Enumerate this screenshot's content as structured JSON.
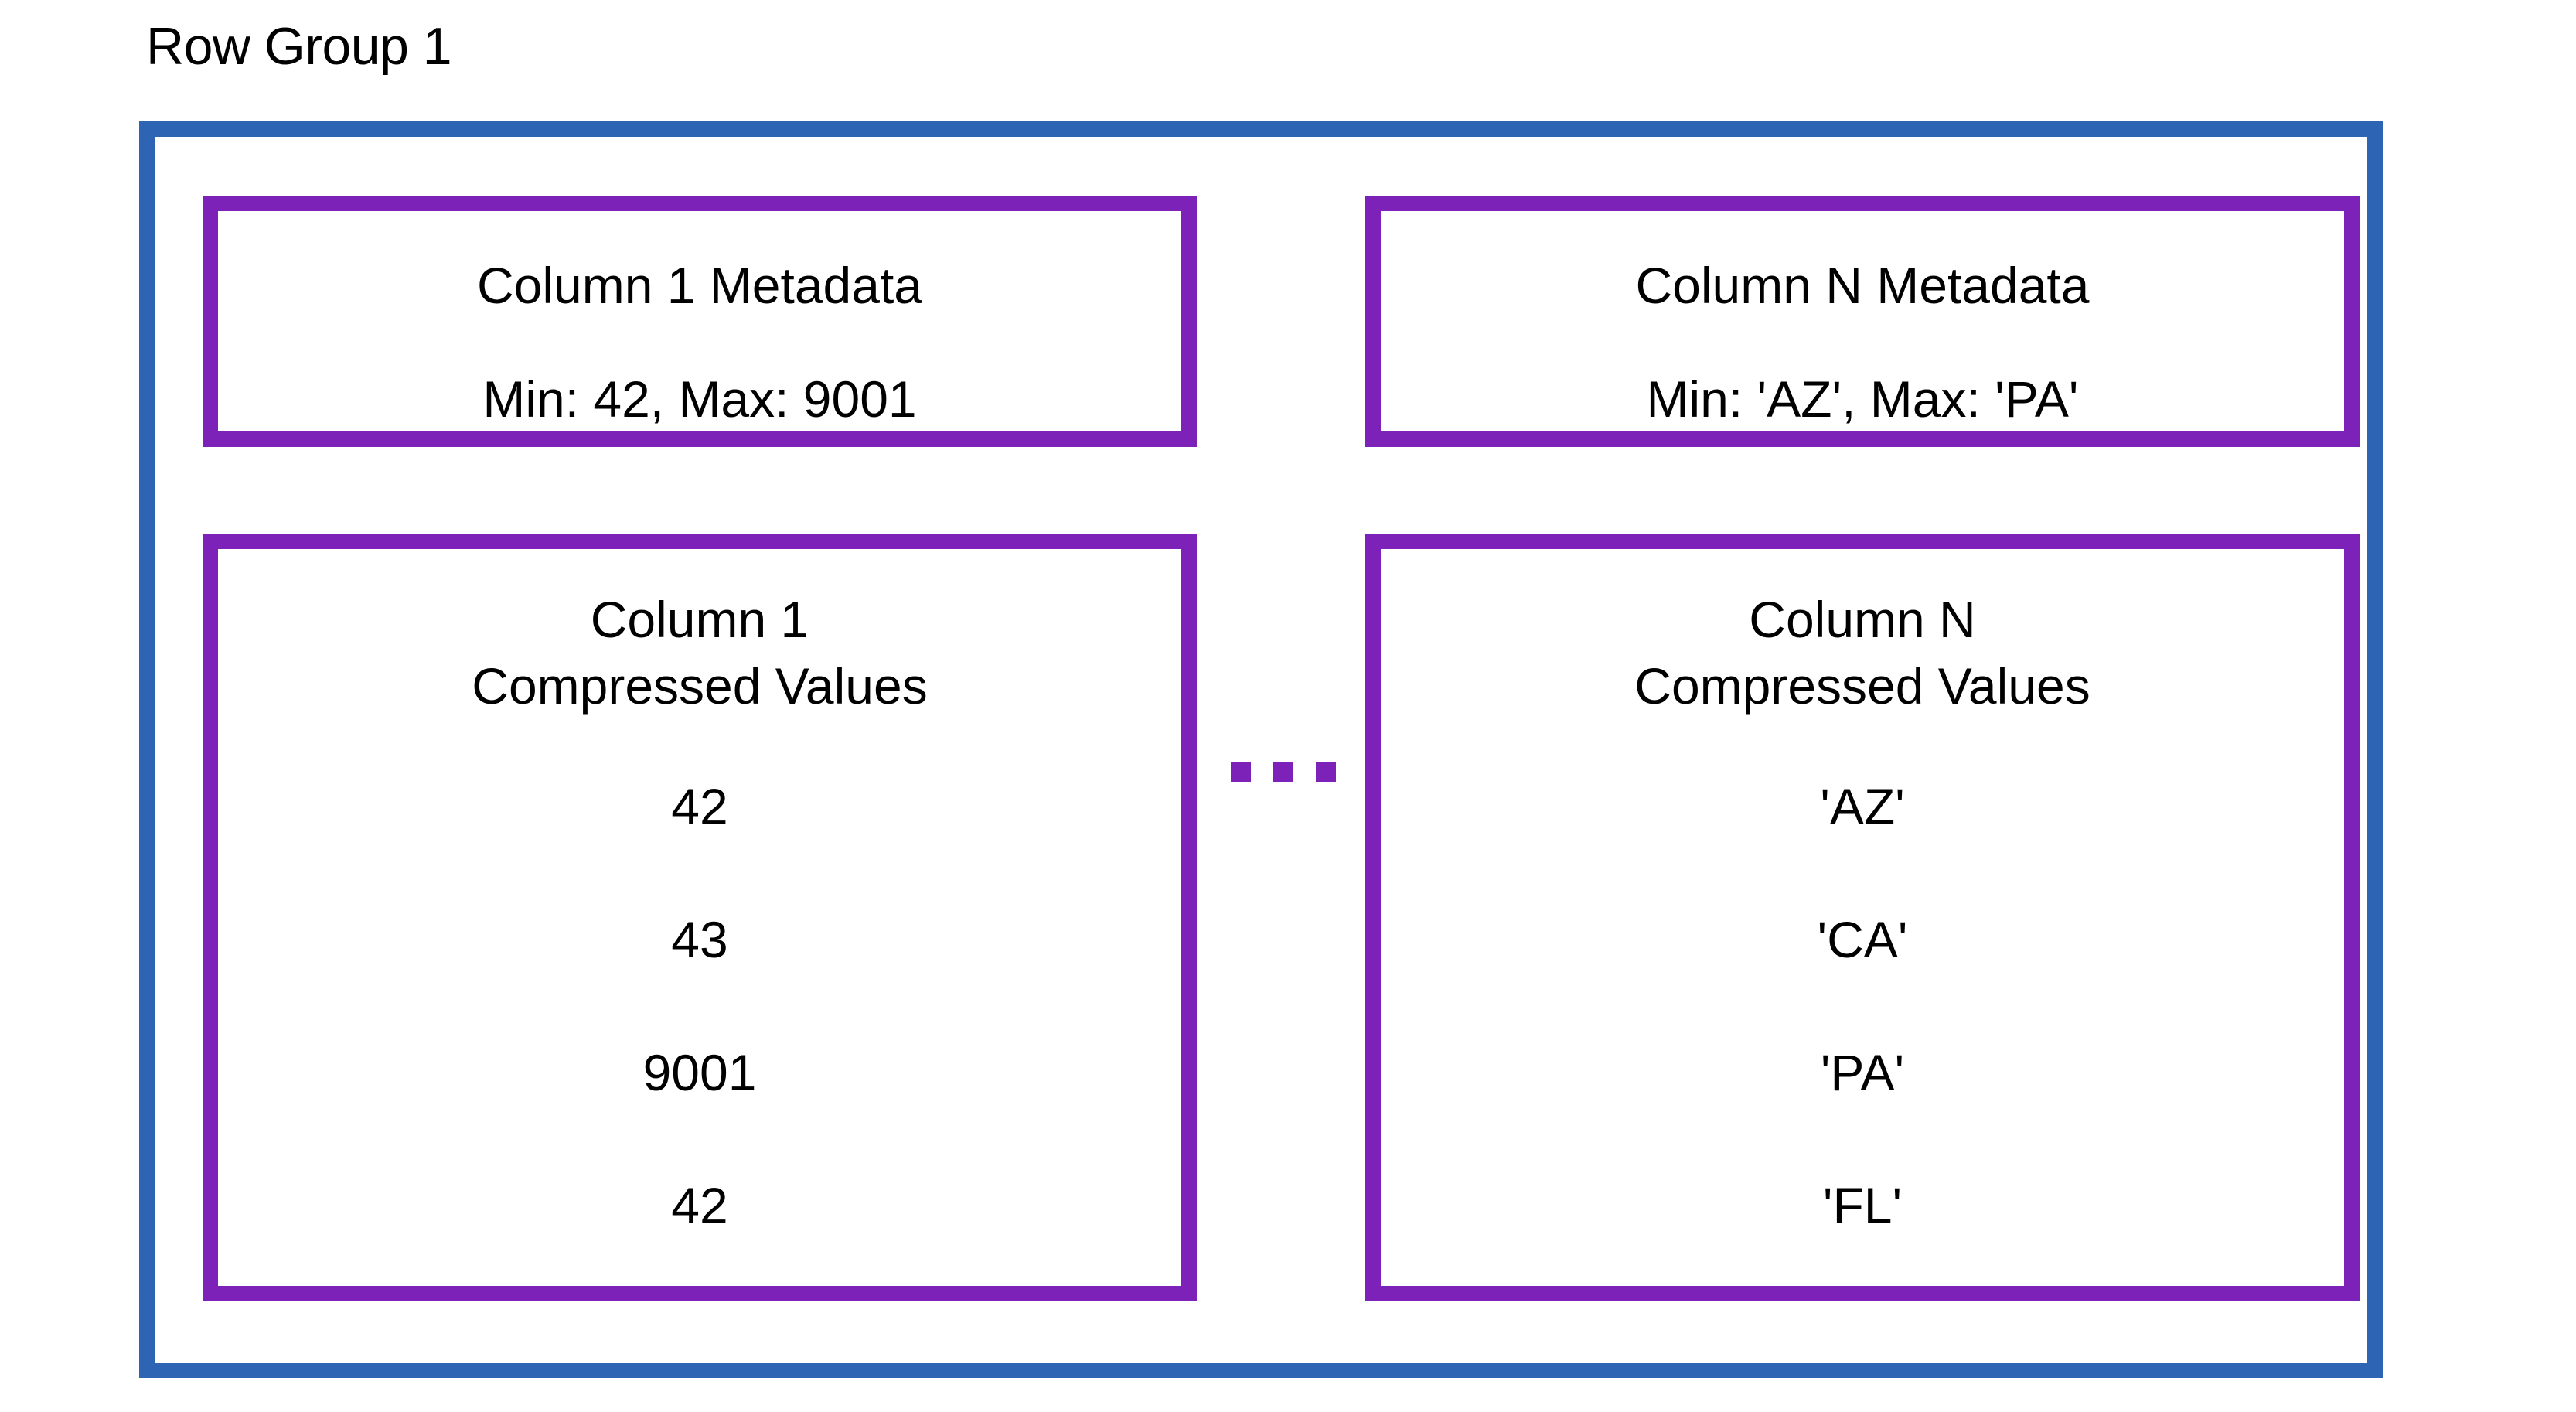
{
  "diagram": {
    "title": "Row Group 1",
    "colors": {
      "row_group_border": "#2D64B4",
      "column_border": "#7C22B8",
      "background": "#FFFFFF",
      "text": "#000000"
    },
    "ellipsis_icon": "horizontal-ellipsis-icon",
    "columns": [
      {
        "key": "column_1",
        "metadata": {
          "title": "Column 1 Metadata",
          "stats": "Min: 42, Max: 9001"
        },
        "values_block": {
          "heading_line_1": "Column 1",
          "heading_line_2": "Compressed Values",
          "values": [
            "42",
            "43",
            "9001",
            "42"
          ]
        }
      },
      {
        "key": "column_n",
        "metadata": {
          "title": "Column N Metadata",
          "stats": "Min: 'AZ', Max: 'PA'"
        },
        "values_block": {
          "heading_line_1": "Column N",
          "heading_line_2": "Compressed Values",
          "values": [
            "'AZ'",
            "'CA'",
            "'PA'",
            "'FL'"
          ]
        }
      }
    ]
  }
}
